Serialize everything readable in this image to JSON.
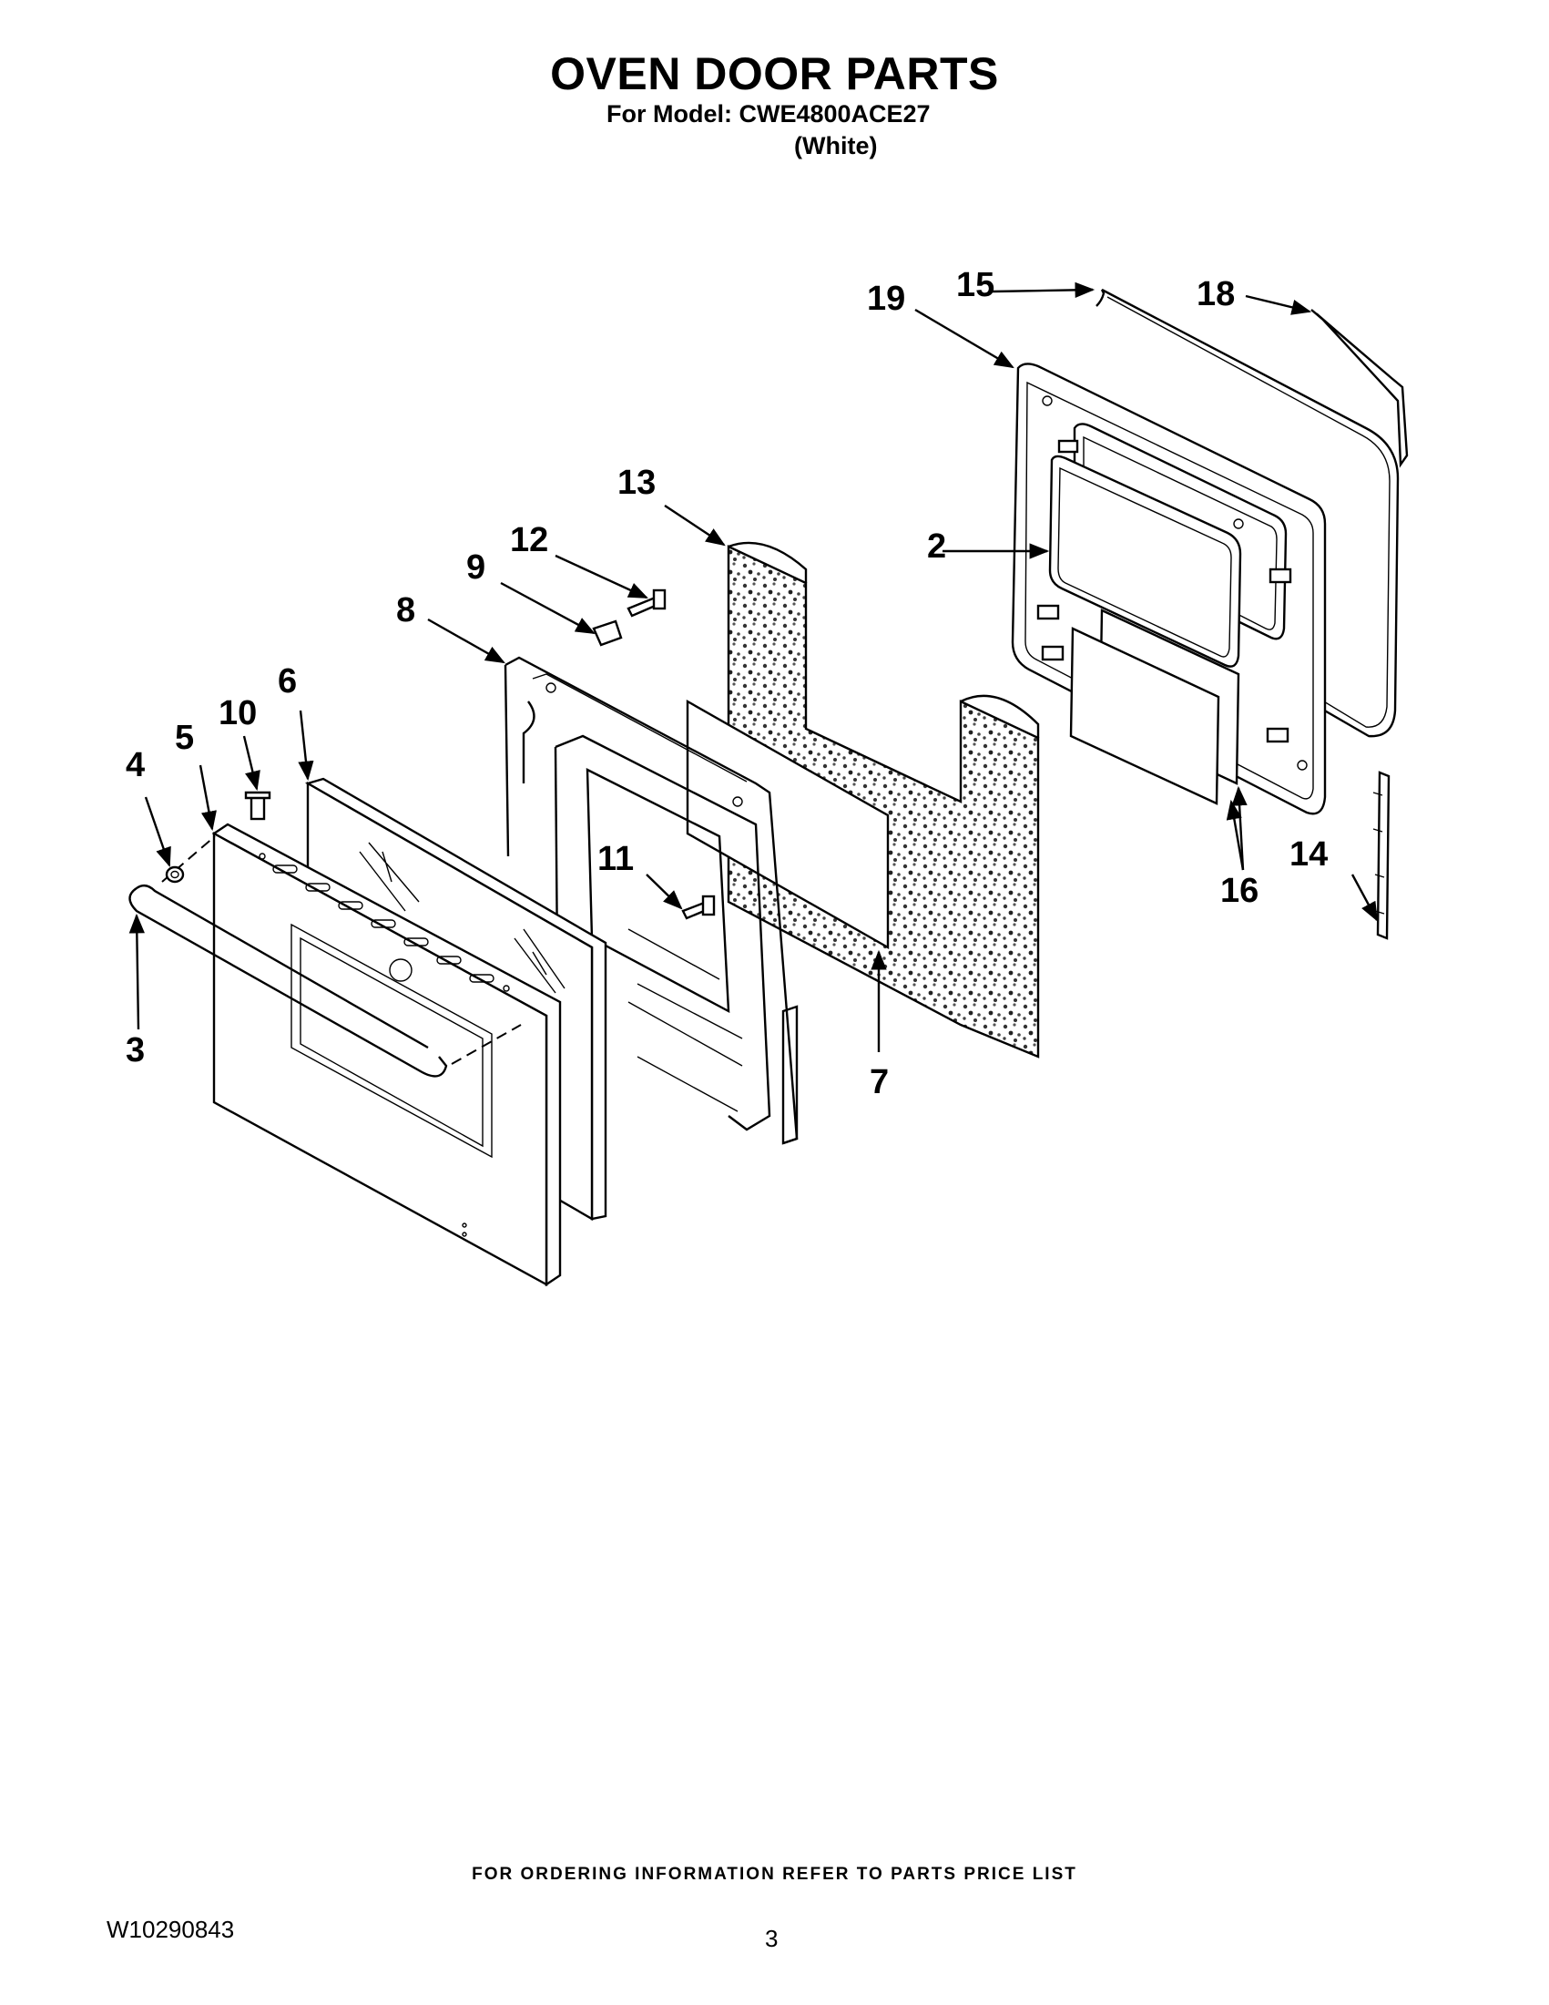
{
  "header": {
    "title": "OVEN DOOR PARTS",
    "model_line": "For Model: CWE4800ACE27",
    "color_line": "(White)"
  },
  "callouts": [
    "2",
    "3",
    "4",
    "5",
    "6",
    "7",
    "8",
    "9",
    "10",
    "11",
    "12",
    "13",
    "14",
    "15",
    "16",
    "18",
    "19"
  ],
  "footer": {
    "ordering_note": "FOR ORDERING INFORMATION REFER TO PARTS PRICE LIST",
    "document_number": "W10290843",
    "page_number": "3"
  }
}
